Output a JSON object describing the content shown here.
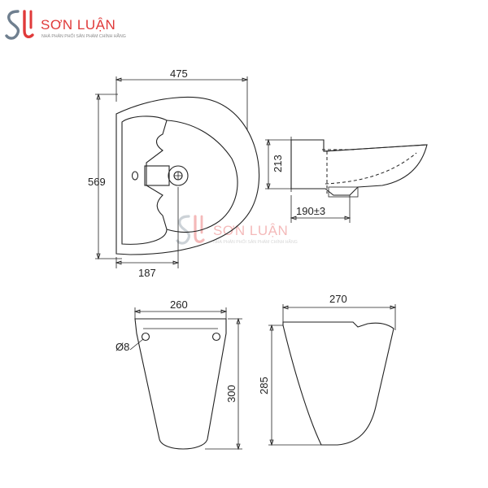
{
  "brand": {
    "name": "SƠN LUẬN",
    "tagline": "NHÀ PHÂN PHỐI SẢN PHẨM CHÍNH HÃNG",
    "accent_color": "#e03a3a",
    "mark_color": "#6f7f8f"
  },
  "watermark": {
    "name": "SƠN LUẬN",
    "tagline": "NHÀ PHÂN PHỐI SẢN PHẨM CHÍNH HÃNG"
  },
  "dimensions": {
    "top_width": "475",
    "top_height": "569",
    "top_offset": "187",
    "side_height": "213",
    "side_depth": "190±3",
    "pedestal_front_width": "260",
    "pedestal_hole": "Ø8",
    "pedestal_front_height": "300",
    "pedestal_side_width": "270",
    "pedestal_side_height": "285"
  }
}
